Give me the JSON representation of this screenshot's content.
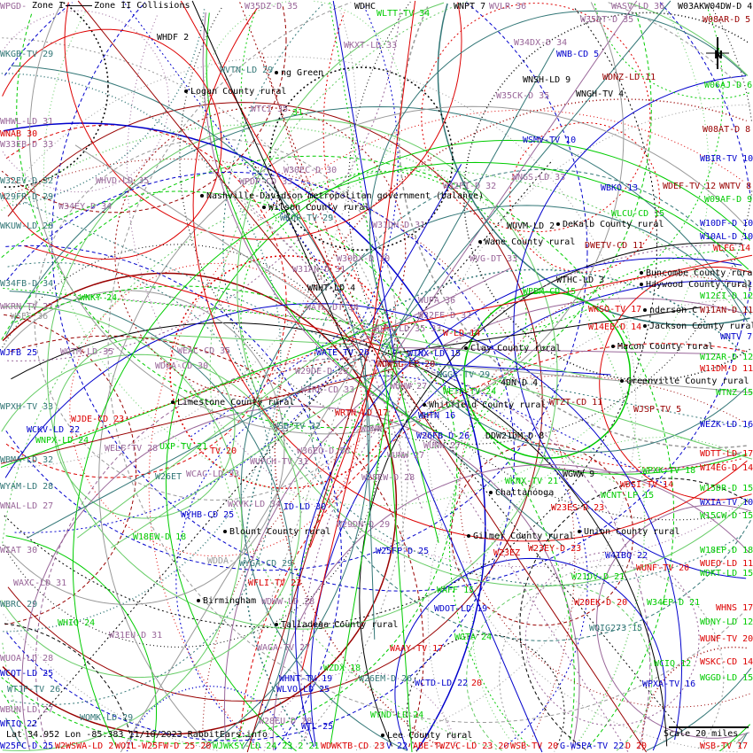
{
  "legend": {
    "zone1": "Zone I",
    "zone2": "Zone II Collisions"
  },
  "footer": {
    "info": "Lat 34.952 Lon -85.383 11/10/2023 RabbitEars.info",
    "scale": "Scale 20 miles"
  },
  "compass": "N",
  "colors": {
    "green": "#00cc00",
    "blue": "#0000cc",
    "red": "#dd0000",
    "darkred": "#990000",
    "purple": "#996699",
    "teal": "#337777",
    "black": "#000000",
    "gray": "#999999"
  },
  "places": [
    "Logan County rural",
    "ng Green",
    "Nashville-Davidson metropolitan government (balance)",
    "Wilson County rural",
    "DeKalb County rural",
    "Wane County rural",
    "Buncombe County rural",
    "Haywood County rural",
    "nderson C",
    "Jackson County rural",
    "Clay County rural",
    "Macon County rural",
    "Greenville County rural",
    "Limestone County rural",
    "Whitfield County rural",
    "Chattanooga",
    "Blount County rural",
    "Gilmer County rural",
    "Union County rural",
    "Birmingham",
    "Talladega County rural",
    "Lee County rural"
  ],
  "labels": [
    {
      "text": "WPGD-",
      "color": "purple"
    },
    {
      "text": "W35DZ-D 35",
      "color": "purple"
    },
    {
      "text": "WDHC",
      "color": "black"
    },
    {
      "text": "WNPT 7",
      "color": "black"
    },
    {
      "text": "WVLR 36",
      "color": "purple"
    },
    {
      "text": "WASV-LD 36",
      "color": "purple"
    },
    {
      "text": "W03AKW04DW-D 4",
      "color": "black"
    },
    {
      "text": "W35DT-D 35",
      "color": "purple"
    },
    {
      "text": "W08AR-D 5",
      "color": "darkred"
    },
    {
      "text": "WLTT-TV 34",
      "color": "green"
    },
    {
      "text": "WHDF 2",
      "color": "black"
    },
    {
      "text": "WKXT-LD 33",
      "color": "purple"
    },
    {
      "text": "W34DX-D 34",
      "color": "purple"
    },
    {
      "text": "WNB-CD 5",
      "color": "blue"
    },
    {
      "text": "WKGB-TV 29",
      "color": "teal"
    },
    {
      "text": "WVTN-LD 29",
      "color": "teal"
    },
    {
      "text": "WDNZ-LD 11",
      "color": "darkred"
    },
    {
      "text": "WNSH-LD 9",
      "color": "black"
    },
    {
      "text": "W06AJ-D 6",
      "color": "green"
    },
    {
      "text": "WNGH-TV 4",
      "color": "black"
    },
    {
      "text": "W35CK-D 35",
      "color": "purple"
    },
    {
      "text": "WTCI 35",
      "color": "purple"
    },
    {
      "text": "31",
      "color": "green"
    },
    {
      "text": "WHWL-LD 31",
      "color": "purple"
    },
    {
      "text": "WNAB 30",
      "color": "red"
    },
    {
      "text": "W33EB-D 33",
      "color": "purple"
    },
    {
      "text": "W08AT-D 8",
      "color": "darkred"
    },
    {
      "text": "WSMV-TV 10",
      "color": "blue"
    },
    {
      "text": "WBIR-TV 10",
      "color": "blue"
    },
    {
      "text": "W30EC-D 30",
      "color": "purple"
    },
    {
      "text": "WHVD-LD 35",
      "color": "purple"
    },
    {
      "text": "WNGS-LD 33",
      "color": "purple"
    },
    {
      "text": "WPDP-CD 33",
      "color": "purple"
    },
    {
      "text": "W32FI-D 32",
      "color": "purple"
    },
    {
      "text": "WBKO 13",
      "color": "blue"
    },
    {
      "text": "WDEF-TV 12",
      "color": "darkred"
    },
    {
      "text": "WNTV 8",
      "color": "darkred"
    },
    {
      "text": "W32EV-D 32",
      "color": "teal"
    },
    {
      "text": "W29FR-D 29",
      "color": "teal"
    },
    {
      "text": "W09AF-D 9",
      "color": "green"
    },
    {
      "text": "W34EY-D 34",
      "color": "purple"
    },
    {
      "text": "WKOP-TV 29",
      "color": "teal"
    },
    {
      "text": "WLCU-CD 15",
      "color": "green"
    },
    {
      "text": "WUVM-LD 2",
      "color": "black"
    },
    {
      "text": "W31DH-D 31",
      "color": "purple"
    },
    {
      "text": "W10DF-D 10",
      "color": "blue"
    },
    {
      "text": "W10AL-D 10",
      "color": "blue"
    },
    {
      "text": "WKUW-LD 28",
      "color": "teal"
    },
    {
      "text": "DWETV-CD 11",
      "color": "darkred"
    },
    {
      "text": "WLFG 14",
      "color": "red"
    },
    {
      "text": "W31AN-D 31",
      "color": "purple"
    },
    {
      "text": "W30DX-D 30",
      "color": "purple"
    },
    {
      "text": "WVG-DT 33",
      "color": "purple"
    },
    {
      "text": "WTHC-LD 3",
      "color": "black"
    },
    {
      "text": "W34FB-D 34",
      "color": "teal"
    },
    {
      "text": "WNHT-LD 4",
      "color": "black"
    },
    {
      "text": "WPBM-CD 15",
      "color": "green"
    },
    {
      "text": "W12CI-D 12",
      "color": "green"
    },
    {
      "text": "WNKY 24",
      "color": "green"
    },
    {
      "text": "WUPA 36",
      "color": "purple"
    },
    {
      "text": "WKRN-TV 27",
      "color": "purple"
    },
    {
      "text": "WATC-DT 34",
      "color": "purple"
    },
    {
      "text": "WSES 36",
      "color": "gray"
    },
    {
      "text": "W32FE-D 32",
      "color": "purple"
    },
    {
      "text": "WKSO-TV 17",
      "color": "red"
    },
    {
      "text": "W11AN-D 11",
      "color": "darkred"
    },
    {
      "text": "W14EE-D 14",
      "color": "red"
    },
    {
      "text": "WDTA-LD 35 33",
      "color": "purple"
    },
    {
      "text": "W-LD 14",
      "color": "red"
    },
    {
      "text": "WNTV 7",
      "color": "blue"
    },
    {
      "text": "WOTM-LD 35",
      "color": "purple"
    },
    {
      "text": "WEAC-CD 35",
      "color": "purple"
    },
    {
      "text": "WATE-TV 26",
      "color": "blue"
    },
    {
      "text": "WTNX-LD 15",
      "color": "blue"
    },
    {
      "text": "W12AR-D 12",
      "color": "green"
    },
    {
      "text": "WJFB 25",
      "color": "blue"
    },
    {
      "text": "WDGA-CD 30",
      "color": "purple"
    },
    {
      "text": "WDWSL-LP 20",
      "color": "darkred"
    },
    {
      "text": "W29DE-D 29",
      "color": "purple"
    },
    {
      "text": "WGGS-TV 29",
      "color": "teal"
    },
    {
      "text": "W11DM-D 11",
      "color": "red"
    },
    {
      "text": "WIRE-CD 33",
      "color": "purple"
    },
    {
      "text": "WUNW 27",
      "color": "purple"
    },
    {
      "text": "WETP-TV 24",
      "color": "green"
    },
    {
      "text": "4DN-D 4",
      "color": "black"
    },
    {
      "text": "WTNZ 15",
      "color": "green"
    },
    {
      "text": "WPXH-TV 33",
      "color": "teal"
    },
    {
      "text": "WTZT-CD 11",
      "color": "darkred"
    },
    {
      "text": "WJSP-TV 5",
      "color": "darkred"
    },
    {
      "text": "WJDE-CD 23",
      "color": "red"
    },
    {
      "text": "WRTN-LD 17",
      "color": "red"
    },
    {
      "text": "WHTN 16",
      "color": "blue"
    },
    {
      "text": "WEZK-LD 16",
      "color": "blue"
    },
    {
      "text": "WCKV-LD 22",
      "color": "blue"
    },
    {
      "text": "WSB-TV 32",
      "color": "teal"
    },
    {
      "text": "WUNW",
      "color": "purple"
    },
    {
      "text": "WNPX-LD 24",
      "color": "green"
    },
    {
      "text": "W26FB-D 26",
      "color": "blue"
    },
    {
      "text": "DDW21DM-D 8",
      "color": "black"
    },
    {
      "text": "WELF-TV 28",
      "color": "purple"
    },
    {
      "text": "UXP-TV 21",
      "color": "green"
    },
    {
      "text": "TV 20",
      "color": "red"
    },
    {
      "text": "W36EO-D 36",
      "color": "purple"
    },
    {
      "text": "WUNW 27",
      "color": "purple"
    },
    {
      "text": "WDTT-LD 17",
      "color": "red"
    },
    {
      "text": "WUNW 27",
      "color": "purple"
    },
    {
      "text": "WBMA-LD 32",
      "color": "teal"
    },
    {
      "text": "WUPCH-TV 31",
      "color": "purple"
    },
    {
      "text": "W14EG-D 14",
      "color": "red"
    },
    {
      "text": "WPXK-TV 18",
      "color": "green"
    },
    {
      "text": "WGWW 9",
      "color": "black"
    },
    {
      "text": "W26ET",
      "color": "teal"
    },
    {
      "text": "WCAC-LD 33",
      "color": "purple"
    },
    {
      "text": "W28EW-D 28",
      "color": "purple"
    },
    {
      "text": "WKNX-TV 21",
      "color": "green"
    },
    {
      "text": "WDSI-TV 14",
      "color": "red"
    },
    {
      "text": "W15DR-D 15",
      "color": "green"
    },
    {
      "text": "WYAM-LD 28",
      "color": "teal"
    },
    {
      "text": "WCNT-LP 15",
      "color": "green"
    },
    {
      "text": "WXIA-TV 10",
      "color": "blue"
    },
    {
      "text": "WXVK-LD 34",
      "color": "purple"
    },
    {
      "text": "ID-LD 30",
      "color": "blue"
    },
    {
      "text": "WNAL-LD 27",
      "color": "purple"
    },
    {
      "text": "W23ES-D 23",
      "color": "red"
    },
    {
      "text": "WYHB-CD 25",
      "color": "blue"
    },
    {
      "text": "W15CW-D 15",
      "color": "green"
    },
    {
      "text": "W29DN-D 29",
      "color": "purple"
    },
    {
      "text": "W18EW-D 18",
      "color": "green"
    },
    {
      "text": "W23EY-D 23",
      "color": "red"
    },
    {
      "text": "W18EP-D 18",
      "color": "green"
    },
    {
      "text": "WIAT 30",
      "color": "purple"
    },
    {
      "text": "W25FP-D 25",
      "color": "blue"
    },
    {
      "text": "W23EZ",
      "color": "red"
    },
    {
      "text": "W41BQ 22",
      "color": "blue"
    },
    {
      "text": "WDDA-",
      "color": "gray"
    },
    {
      "text": "WYGA-CD 29",
      "color": "teal"
    },
    {
      "text": "WUEO-LD 11",
      "color": "red"
    },
    {
      "text": "WUNF-TV 20",
      "color": "red"
    },
    {
      "text": "WDKT-LD 15",
      "color": "green"
    },
    {
      "text": "W21DV-D 21",
      "color": "green"
    },
    {
      "text": "WAXC-LD 31",
      "color": "purple"
    },
    {
      "text": "WFLI-TV 23",
      "color": "red"
    },
    {
      "text": "WAFF 15",
      "color": "green"
    },
    {
      "text": "WDWW-LD 28",
      "color": "purple"
    },
    {
      "text": "W20EK-D 20",
      "color": "red"
    },
    {
      "text": "W34EP-D 21",
      "color": "green"
    },
    {
      "text": "WBRC 29",
      "color": "teal"
    },
    {
      "text": "WHNS 17",
      "color": "red"
    },
    {
      "text": "WDOT-LD 19",
      "color": "blue"
    },
    {
      "text": "WHIQ 24",
      "color": "green"
    },
    {
      "text": "WDNY-LD 12",
      "color": "green"
    },
    {
      "text": "WQIG273 15",
      "color": "teal"
    },
    {
      "text": "W31EU-D 31",
      "color": "purple"
    },
    {
      "text": "WGTA 24",
      "color": "green"
    },
    {
      "text": "WUNF-TV 20",
      "color": "red"
    },
    {
      "text": "WAGA-TV 27",
      "color": "purple"
    },
    {
      "text": "WAAY-TV 17",
      "color": "red"
    },
    {
      "text": "WUOA-LD 28",
      "color": "purple"
    },
    {
      "text": "WCIQ 12",
      "color": "green"
    },
    {
      "text": "WSKC-CD 14",
      "color": "red"
    },
    {
      "text": "WZDX 18",
      "color": "green"
    },
    {
      "text": "WCQT-LD 25",
      "color": "blue"
    },
    {
      "text": "WGGD-LD 15",
      "color": "green"
    },
    {
      "text": "WHNT-TV 19",
      "color": "blue"
    },
    {
      "text": "W26EM-D 26",
      "color": "teal"
    },
    {
      "text": "WCTD-LD 22",
      "color": "blue"
    },
    {
      "text": "20",
      "color": "red"
    },
    {
      "text": "WPXA-TV 16",
      "color": "blue"
    },
    {
      "text": "WTJP-TV 26",
      "color": "teal"
    },
    {
      "text": "WLVO-LD 25",
      "color": "blue"
    },
    {
      "text": "WBUN-LD 27",
      "color": "purple"
    },
    {
      "text": "WQMK-LD 29",
      "color": "teal"
    },
    {
      "text": "WYND-LD 24",
      "color": "green"
    },
    {
      "text": "W28EU-D 28",
      "color": "purple"
    },
    {
      "text": "WFIQ 22",
      "color": "blue"
    },
    {
      "text": "WTL 25",
      "color": "blue"
    },
    {
      "text": "W25FC-D 25",
      "color": "blue"
    },
    {
      "text": "W2WSWA-LD 2",
      "color": "red"
    },
    {
      "text": "WOIL-W25FW-D 25 20",
      "color": "red"
    },
    {
      "text": "WJWKSY-LD 24 23 2 21",
      "color": "green"
    },
    {
      "text": "WDWKTB-CD 23",
      "color": "red"
    },
    {
      "text": "V 22",
      "color": "blue"
    },
    {
      "text": "ABE-TWZVC-LD 23 20",
      "color": "red"
    },
    {
      "text": "WSB-TV 20",
      "color": "red"
    },
    {
      "text": "G-WSPA-TV 22",
      "color": "blue"
    },
    {
      "text": "D 20",
      "color": "red"
    },
    {
      "text": "WSB-TV 17",
      "color": "red"
    }
  ]
}
